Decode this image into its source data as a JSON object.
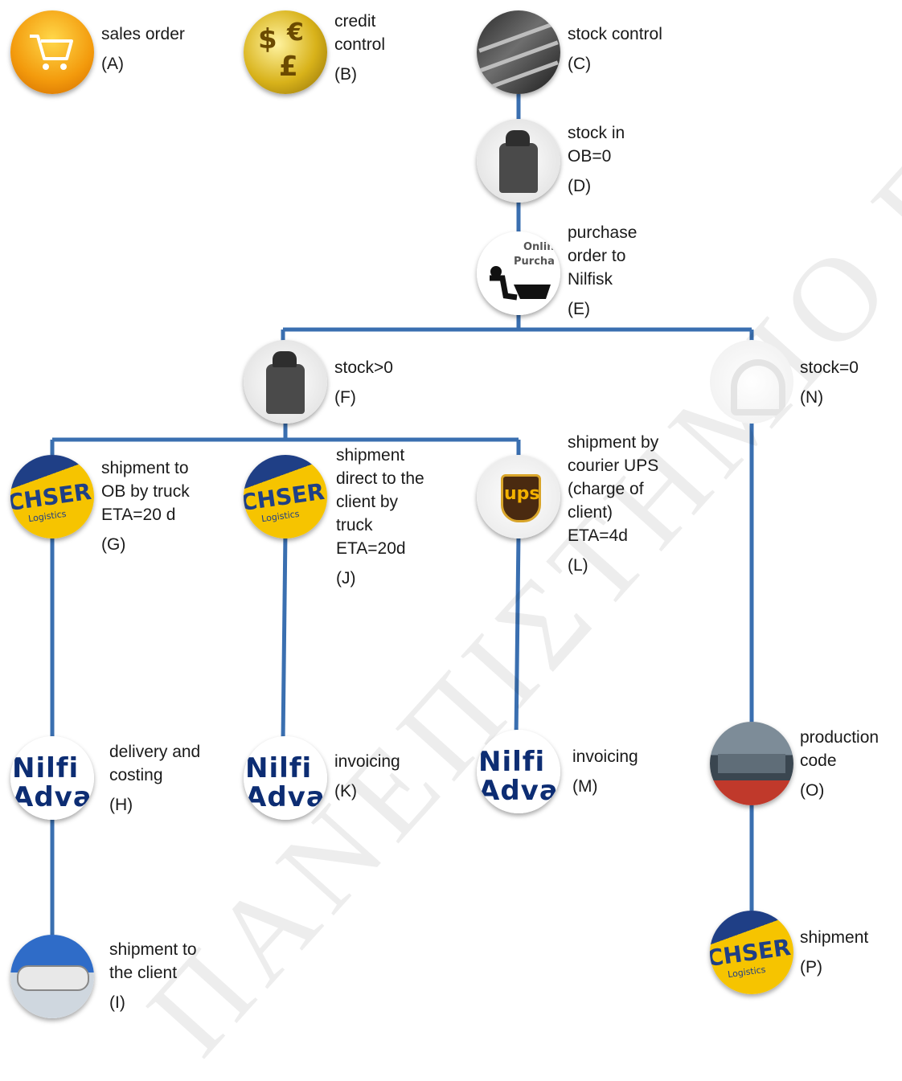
{
  "watermark": "ΠΑΝΕΠΙΣΤΗΜΙΟ ΠΕΙΡΑΙΩΣ",
  "colors": {
    "connector": "#3a6fb0"
  },
  "nodes": {
    "A": {
      "text": "sales order",
      "code": "(A)",
      "icon": "shopping-cart-icon"
    },
    "B": {
      "text": "credit\ncontrol",
      "code": "(B)",
      "icon": "gold-gears-icon"
    },
    "C": {
      "text": "stock control",
      "code": "(C)",
      "icon": "warehouse-shelves-icon"
    },
    "D": {
      "text": "stock in\nOB=0",
      "code": "(D)",
      "icon": "floor-scrubber-icon"
    },
    "E": {
      "text": "purchase\norder to\nNilfisk",
      "code": "(E)",
      "icon": "online-purchase-icon",
      "badge": "Onlin\nPurcha"
    },
    "F": {
      "text": "stock>0",
      "code": "(F)",
      "icon": "floor-scrubber-icon"
    },
    "N": {
      "text": "stock=0",
      "code": "(N)",
      "icon": "faded-icon"
    },
    "G": {
      "text": "shipment to\nOB by truck\nETA=20 d",
      "code": "(G)",
      "icon": "logistics-truck-icon",
      "badge": "CHSER|Logistics"
    },
    "J": {
      "text": "shipment\ndirect to the\nclient by\ntruck\nETA=20d",
      "code": "(J)",
      "icon": "logistics-truck-icon",
      "badge": "CHSER|Logistics"
    },
    "L": {
      "text": "shipment by\ncourier UPS\n(charge of\nclient)\nETA=4d",
      "code": "(L)",
      "icon": "ups-logo-icon",
      "badge": "ups"
    },
    "H": {
      "text": "delivery and\ncosting",
      "code": "(H)",
      "icon": "nilfisk-logo-icon",
      "badge": "Nilfi|Adva"
    },
    "K": {
      "text": "invoicing",
      "code": "(K)",
      "icon": "nilfisk-logo-icon",
      "badge": "Nilfi|Adva"
    },
    "M": {
      "text": "invoicing",
      "code": "(M)",
      "icon": "nilfisk-logo-icon",
      "badge": "Nilfi|Adva"
    },
    "O": {
      "text": "production\ncode",
      "code": "(O)",
      "icon": "factory-floor-icon"
    },
    "I": {
      "text": "shipment to\nthe client",
      "code": "(I)",
      "icon": "tanker-truck-icon"
    },
    "P": {
      "text": "shipment",
      "code": "(P)",
      "icon": "logistics-truck-icon",
      "badge": "CHSER|Logistics"
    }
  }
}
